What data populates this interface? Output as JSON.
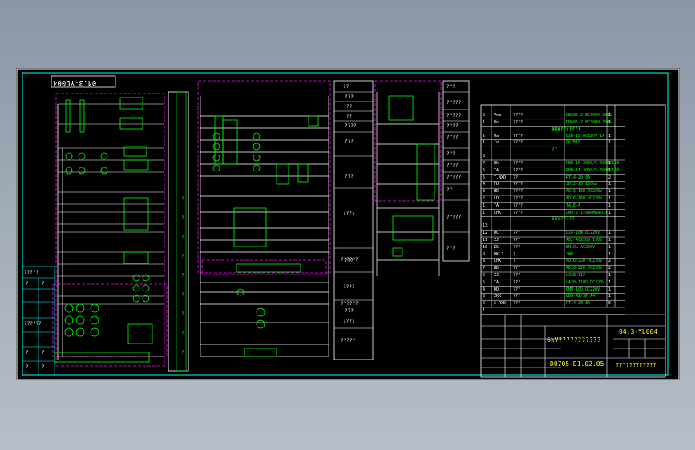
{
  "drawing": {
    "label_top_left": "04.3-YL004",
    "label_title_right": "04.3-YL004",
    "company_cell": "6kV???????????",
    "drawing_no": "D0705-D1.02.05",
    "approval_cell": "????????????"
  },
  "left_notes": [
    "?????",
    "?",
    "?",
    "??????",
    "?",
    "?",
    "?",
    "?"
  ],
  "right_notes": [
    "??",
    "???",
    "??",
    "??",
    "????",
    "???",
    "???",
    "????",
    "???",
    "????",
    "??????",
    "???",
    "??????",
    "????",
    "?????"
  ],
  "far_right_notes": [
    "???",
    "?????",
    "?????",
    "????",
    "????",
    "???",
    "????",
    "?????",
    "??",
    "?????",
    "???"
  ],
  "mid_col_marks": [
    "?",
    "?",
    "?",
    "?",
    "?",
    "?",
    "?",
    "?",
    "?"
  ],
  "bom_header": "6kV???????",
  "bom_group_2": "6kV???????",
  "bom_group_3": "??",
  "bom_group_4": "6kV?????",
  "bom_rows": [
    [
      "2",
      "Vnm",
      "????",
      "DB685-2 BC300V 300k",
      "1"
    ],
    [
      "1",
      "Wn",
      "????",
      "DB685-2 BC300V 300k",
      "1"
    ],
    [
      "2",
      "Ua",
      "????",
      "B2B-15 DC220V 1A",
      "1"
    ],
    [
      "1",
      "In",
      "????",
      "D62B15",
      "1"
    ],
    [
      "8",
      "",
      "",
      "",
      ""
    ],
    [
      "7",
      "Wh",
      "????",
      "RBD-1M 3000/5 6000/100",
      "1"
    ],
    [
      "6",
      "TA",
      "????",
      "RBD-1I 3000/5 6000/100",
      "1"
    ],
    [
      "5",
      "T.NXD",
      "??",
      "RT14-20 8A",
      "2"
    ],
    [
      "4",
      "FU",
      "????",
      "JD12-25 100kA",
      "1"
    ],
    [
      "3",
      "HD",
      "????",
      "AD16-16D DC220V",
      "1"
    ],
    [
      "2",
      "LD",
      "????",
      "AD16-16D DC220V",
      "1"
    ],
    [
      "1",
      "TA",
      "????",
      "TA1E-A",
      "1"
    ],
    [
      "1",
      "LHK",
      "????",
      "LW9-2 1ca4AMGA/RJ",
      "1"
    ],
    [
      "13",
      "",
      "",
      "",
      ""
    ],
    [
      "12",
      "DC",
      "???",
      "DZ4-16W DC220V",
      "1"
    ],
    [
      "11",
      "ZJ",
      "???",
      "AD2 AC220V 1500",
      "1"
    ],
    [
      "10",
      "KS",
      "???",
      "BN10L AC220V",
      "1"
    ],
    [
      "9",
      "BKLJ",
      "?",
      "JWR",
      "1"
    ],
    [
      "8",
      "LHX",
      "?",
      "AD16-22D DC220V",
      "2"
    ],
    [
      "7",
      "HD",
      "???",
      "AD16-22D DC220V",
      "2"
    ],
    [
      "6",
      "ZJ",
      "???",
      "LA28-11F",
      "1"
    ],
    [
      "5",
      "TA",
      "???",
      "LA28-11BD DC220V",
      "1"
    ],
    [
      "4",
      "DD",
      "???",
      "DMM-10D DC220V",
      "1"
    ],
    [
      "3",
      "ZKK",
      "???",
      "LD8-42/3P A4",
      "1"
    ],
    [
      "2",
      "S-RXD",
      "???",
      "RT14-20 8A",
      "6"
    ],
    [
      "1",
      "",
      "",
      "",
      ""
    ]
  ],
  "colors": {
    "frame": "#00ffff",
    "wire": "#ffffff",
    "dashed_box": "#ff00ff",
    "device": "#00ff00",
    "text": "#ffffff",
    "table_green": "#00ff00",
    "title_yellow": "#ffff00"
  }
}
